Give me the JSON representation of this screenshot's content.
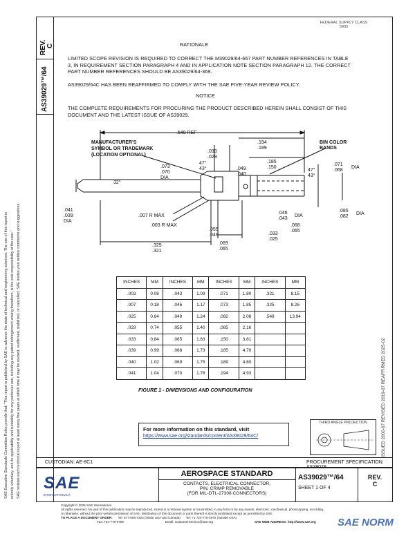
{
  "header": {
    "corner_note_line1": "FEDERAL SUPPLY CLASS",
    "corner_note_line2": "5935",
    "rev_label": "REV.",
    "rev_value": "C",
    "doc_number": "AS39029™/64"
  },
  "rationale": {
    "heading": "RATIONALE",
    "para1_line1": "LIMITED SCOPE REVISION IS REQUIRED TO CORRECT THE M39029/64-667 PART NUMBER REFERENCES IN TABLE",
    "para1_line2": "3, IN REQUIREMENT SECTION PARAGRAPH 4 AND IN APPLICATION NOTE SECTION PARAGRAPH 12. THE CORRECT",
    "para1_line3": "PART NUMBER REFERENCES SHOULD BE AS39029/64-369.",
    "para2": "AS39029/64C HAS BEEN REAFFIRMED TO COMPLY WITH THE SAE FIVE-YEAR REVIEW POLICY."
  },
  "notice": {
    "heading": "NOTICE",
    "line1": "THE COMPLETE REQUIREMENTS FOR PROCURING THE PRODUCT DESCRIBED HEREIN SHALL CONSIST OF THIS",
    "line2": "DOCUMENT AND THE LATEST ISSUE OF AS39029."
  },
  "drawing": {
    "dim_549": ".549 REF",
    "manufacturer_line1": "MANUFACTURER'S",
    "manufacturer_line2": "SYMBOL OR TRADEMARK",
    "manufacturer_line3": "(LOCATION OPTIONAL)",
    "dim_033": ".033",
    "dim_029": ".029",
    "dim_194": ".194",
    "dim_189": ".189",
    "dim_185": ".185",
    "dim_150": ".150",
    "bin_color_line1": "BIN COLOR",
    "bin_color_line2": "BANDS",
    "dim_073": ".073",
    "dim_070": ".070",
    "dia_a": "DIA",
    "angle_47": "47°",
    "angle_43": "43°",
    "dim_049": ".049",
    "dim_040": ".040",
    "angle_47b": "47°",
    "angle_43b": "43°",
    "dim_071": ".071",
    "dim_068": ".068",
    "dia_b": "DIA",
    "angle_32": "32°",
    "dim_041": ".041",
    "dim_039": ".039",
    "dia_c": "DIA",
    "r_007": ".007 R MAX",
    "r_003": ".003 R MAX",
    "dim_046": ".046",
    "dim_043": ".043",
    "dia_d": "DIA",
    "dim_085": ".085",
    "dim_082": ".082",
    "dia_e": "DIA",
    "dim_068b": ".068",
    "dim_065": ".065",
    "dim_055": ".055",
    "dim_049b": ".049",
    "dim_033b": ".033",
    "dim_025": ".025",
    "dim_325": ".325",
    "dim_321": ".321",
    "dim_069": ".069",
    "dim_065b": ".065"
  },
  "table": {
    "headers": [
      "INCHES",
      "MM",
      "INCHES",
      "MM",
      "INCHES",
      "MM",
      "INCHES",
      "MM"
    ],
    "rows": [
      [
        ".003",
        "0.08",
        ".043",
        "1.09",
        ".071",
        "1.80",
        ".321",
        "8.15"
      ],
      [
        ".007",
        "0.18",
        ".046",
        "1.17",
        ".073",
        "1.85",
        ".325",
        "8.26"
      ],
      [
        ".025",
        "0.64",
        ".049",
        "1.24",
        ".082",
        "2.08",
        ".549",
        "13.94"
      ],
      [
        ".029",
        "0.74",
        ".055",
        "1.40",
        ".085",
        "2.16",
        "",
        ""
      ],
      [
        ".033",
        "0.84",
        ".065",
        "1.63",
        ".150",
        "3.81",
        "",
        ""
      ],
      [
        ".039",
        "0.99",
        ".068",
        "1.73",
        ".185",
        "4.70",
        "",
        ""
      ],
      [
        ".040",
        "1.02",
        ".069",
        "1.75",
        ".189",
        "4.80",
        "",
        ""
      ],
      [
        ".041",
        "1.04",
        ".070",
        "1.78",
        ".194",
        "4.93",
        "",
        ""
      ]
    ]
  },
  "figure_caption": "FIGURE 1 - DIMENSIONS AND CONFIGURATION",
  "info_box": {
    "line1": "For more information on this standard, visit",
    "link": "https://www.sae.org/standards/content/AS39029/64C/"
  },
  "projection": {
    "label": "THIRD ANGLE PROJECTION"
  },
  "right_vertical": "ISSUED 2000-07   REVISED 2019-07   REAFFIRMED 2025-02",
  "left_vertical": {
    "line1": "SAE Executive Standards Committee Rules provide that: \"This report is published by SAE to advance the state of technical and engineering sciences. The use of this report is",
    "line2": "entirely voluntary, and its applicability and suitability for any particular use, including any patent infringement arising therefrom, is the sole responsibility of the user.\"",
    "line3": "SAE reviews each technical report at least every five years at which time it may be revised, reaffirmed, stabilized, or cancelled. SAE invites your written comments and suggestions."
  },
  "footer": {
    "custodian": "CUSTODIAN: AE-8C1",
    "procurement": "PROCUREMENT SPECIFICATION: AS39029",
    "sae_logo": "SAE",
    "sae_logo_sub": "INTERNATIONAL®",
    "std_title": "AEROSPACE STANDARD",
    "desc_line1": "CONTACTS, ELECTRICAL CONNECTOR,",
    "desc_line2": "PIN, CRIMP REMOVABLE",
    "desc_line3": "(FOR MIL-DTL-27308 CONNECTORS)",
    "doc_num": "AS39029™/64",
    "sheet": "SHEET 1 OF 4",
    "rev_label": "REV.",
    "rev_value": "C"
  },
  "copyright": {
    "line1": "Copyright © 2025 SAE International",
    "line2": "All rights reserved. No part of this publication may be reproduced, stored in a retrieval system or transmitted, in any form or by any means, electronic, mechanical, photocopying, recording,",
    "line3": "or otherwise, without the prior written permission of SAE. Distribution of this document or parts thereof is strictly prohibited except as permitted by SAE.",
    "order_label": "TO PLACE A DOCUMENT ORDER:",
    "order_tel": "Tel: 877-606-7323 (inside USA and Canada)",
    "order_tel2": "Tel: +1 724-776-4970 (outside USA)",
    "fax": "Fax: 724-776-0790",
    "email": "Email: CustomerService@sae.org",
    "web": "SAE WEB ADDRESS: http://www.sae.org"
  },
  "watermark": "SAE NORM"
}
